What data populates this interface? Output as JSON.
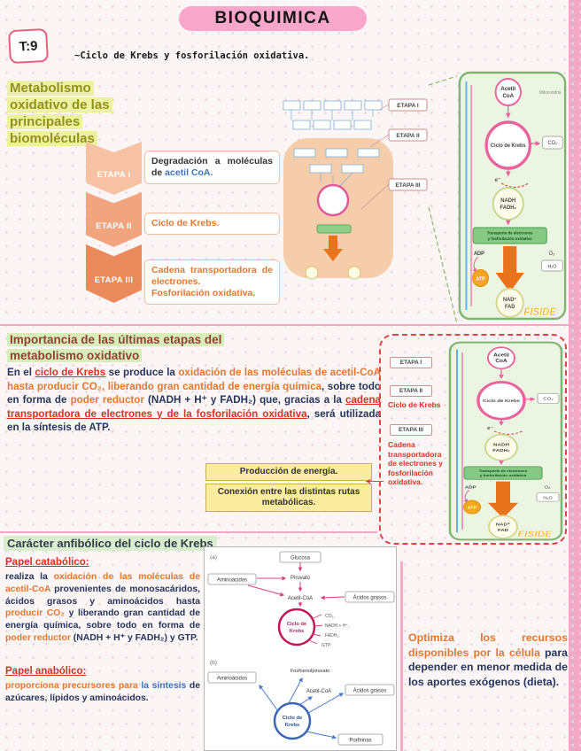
{
  "colors": {
    "accent_pink": "#f8a6c9",
    "edge_strip_pink": "#f3a9c6",
    "highlight_yellow_green": "#edf2a3",
    "highlight_green": "#d9edbb",
    "orange_accent": "#e2782f",
    "red_accent": "#d93025",
    "blue_accent": "#3f74b8",
    "chevron_orange": "#ea8a5b",
    "watermark_orange": "#f2b01c",
    "panel_green_border": "#7db470"
  },
  "header": {
    "badge": "T:9",
    "title": "BIOQUIMICA",
    "subtitle": "~Ciclo de Krebs y fosforilación oxidativa."
  },
  "section1": {
    "heading": {
      "l1": "Metabolismo",
      "l2": "oxidativo de las",
      "l3": "principales",
      "l4": "biomoléculas"
    },
    "etapa1_label": "ETAPA I",
    "etapa2_label": "ETAPA II",
    "etapa3_label": "ETAPA III",
    "box1_text": "Degradación a moléculas de ",
    "box1_accent": "acetil CoA.",
    "box2_text": "Ciclo de Krebs.",
    "box3_line1": "Cadena transportadora de electrones.",
    "box3_line2": "Fosforilación oxidativa.",
    "pathway": {
      "etapa1": "ETAPA I",
      "etapa2": "ETAPA II",
      "etapa3": "ETAPA III"
    }
  },
  "mito": {
    "mitocondria": "Mitocondria",
    "acetil_l1": "Acetil",
    "acetil_l2": "CoA",
    "krebs": "Ciclo de Krebs",
    "co2": "CO₂",
    "electrons": "e⁻",
    "nadh": "NADH",
    "fadh": "FADH₂",
    "transport_l1": "Transporte de electrones",
    "transport_l2": "y fosforilación oxidativa",
    "adp": "ADP",
    "atp": "ATP",
    "o2": "O₂",
    "h2o": "H₂O",
    "nad": "NAD⁺",
    "fad": "FAD",
    "watermark": "FISIDE"
  },
  "section2": {
    "heading_l1": "Importancia de las últimas etapas del",
    "heading_l2": "metabolismo oxidativo",
    "para": {
      "t1": "En el ",
      "t2": "ciclo de Krebs",
      "t3": " se produce la ",
      "t4": "oxidación de las moléculas de acetil-CoA hasta producir CO₂, liberando gran cantidad de energía química",
      "t5": ", sobre todo en forma de ",
      "t6": "poder reductor",
      "t7": " (NADH + H⁺ y FADH₂) que, gracias a la ",
      "t8": "cadena transportadora de electrones y de la fosforilación oxidativa",
      "t9": ", será utilizada en la síntesis de ATP."
    },
    "note1": "Producción de energía.",
    "note2": "Conexión entre las distintas rutas metabólicas.",
    "side": {
      "etapa1": "ETAPA I",
      "etapa2": "ETAPA II",
      "etapa3": "ETAPA III",
      "krebs": "Ciclo de Krebs",
      "cadena": "Cadena transportadora de electrones y fosforilación oxidativa."
    }
  },
  "section3": {
    "heading": "Carácter anfibólico del ciclo de Krebs",
    "catabolico": {
      "title": "Papel catabólico:",
      "t1": "realiza la ",
      "t2": "oxidación de las moléculas de acetil-CoA",
      "t3": " provenientes de monosacáridos, ácidos grasos y aminoácidos hasta ",
      "t4": "producir CO₂",
      "t5": " y liberando gran cantidad de energía química, sobre todo en forma de ",
      "t6": "poder reductor",
      "t7": " (NADH + H⁺ y FADH₂) y GTP."
    },
    "anabolico": {
      "title": "Papel anabólico:",
      "t1": "proporciona precursores para ",
      "t2": "la síntesis ",
      "t3": "de azúcares, lípidos y aminoácidos."
    },
    "diagram_a": {
      "tag": "(a)",
      "glucosa": "Glucosa",
      "aminoacidos": "Aminoácidos",
      "piruvato": "Piruvato",
      "acetilcoa": "Acetil-CoA",
      "acidos_grasos": "Ácidos grasos",
      "krebs_l1": "Ciclo de",
      "krebs_l2": "Krebs",
      "out1": "CO₂,",
      "out2": "NADH + H⁺,",
      "out3": "FADH₂,",
      "out4": "GTP"
    },
    "diagram_b": {
      "tag": "(b)",
      "aminoacidos": "Aminoácidos",
      "fosfoenolpiruvato": "Fosfoenolpiruvato",
      "acetilcoa": "Acetil-CoA",
      "acidos_grasos": "Ácidos grasos",
      "krebs_l1": "Ciclo de",
      "krebs_l2": "Krebs",
      "porfirinas": "Porfirinas"
    },
    "note": {
      "t1": "Optimiza los recursos disponibles por la célula ",
      "t2": "para depender en menor medida de los aportes exógenos ",
      "t3": "(dieta)."
    }
  }
}
